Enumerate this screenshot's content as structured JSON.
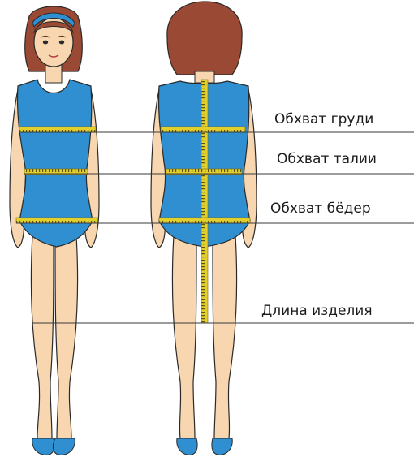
{
  "labels": {
    "chest": "Обхват груди",
    "waist": "Обхват талии",
    "hips": "Обхват бёдер",
    "length": "Длина изделия"
  },
  "colors": {
    "skin": "#f7d6b0",
    "skin_outline": "#2a2a2a",
    "garment": "#2f8fd0",
    "hair": "#9a4a34",
    "headband": "#2f8fd0",
    "shoes": "#2f8fd0",
    "tape": "#e3cf2c",
    "guide_line": "#3a3a3a"
  },
  "icons": {
    "front_figure": "woman-front-icon",
    "back_figure": "woman-back-icon",
    "tape": "measuring-tape-icon"
  }
}
